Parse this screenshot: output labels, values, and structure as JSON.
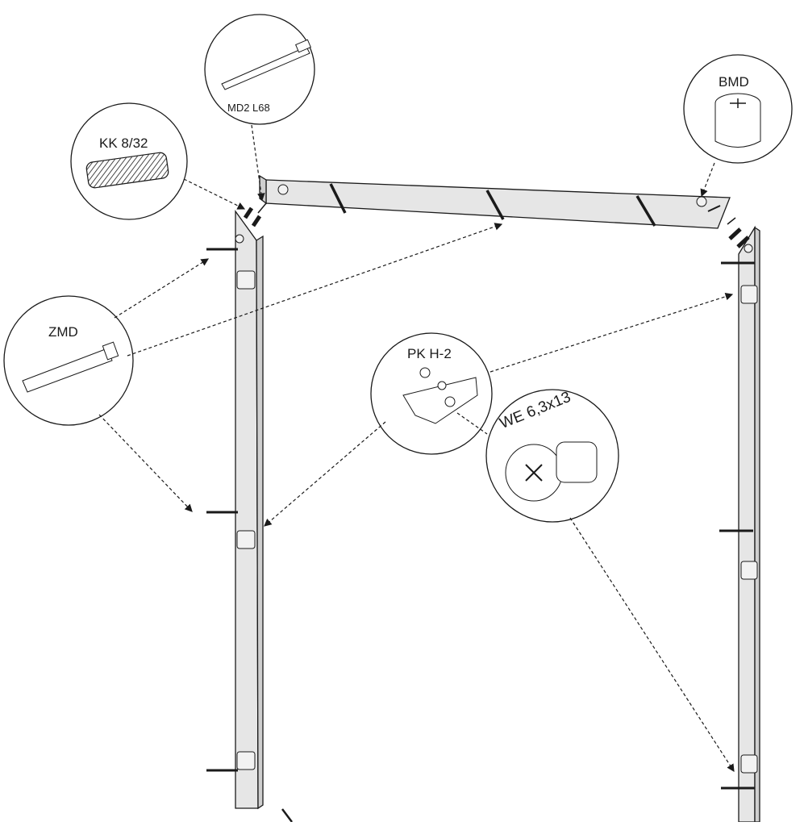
{
  "labels": {
    "md2": "MD2 L68",
    "kk": "KK 8/32",
    "bmd": "BMD",
    "zmd": "ZMD",
    "pk": "PK H-2",
    "we": "WE 6,3x13"
  }
}
